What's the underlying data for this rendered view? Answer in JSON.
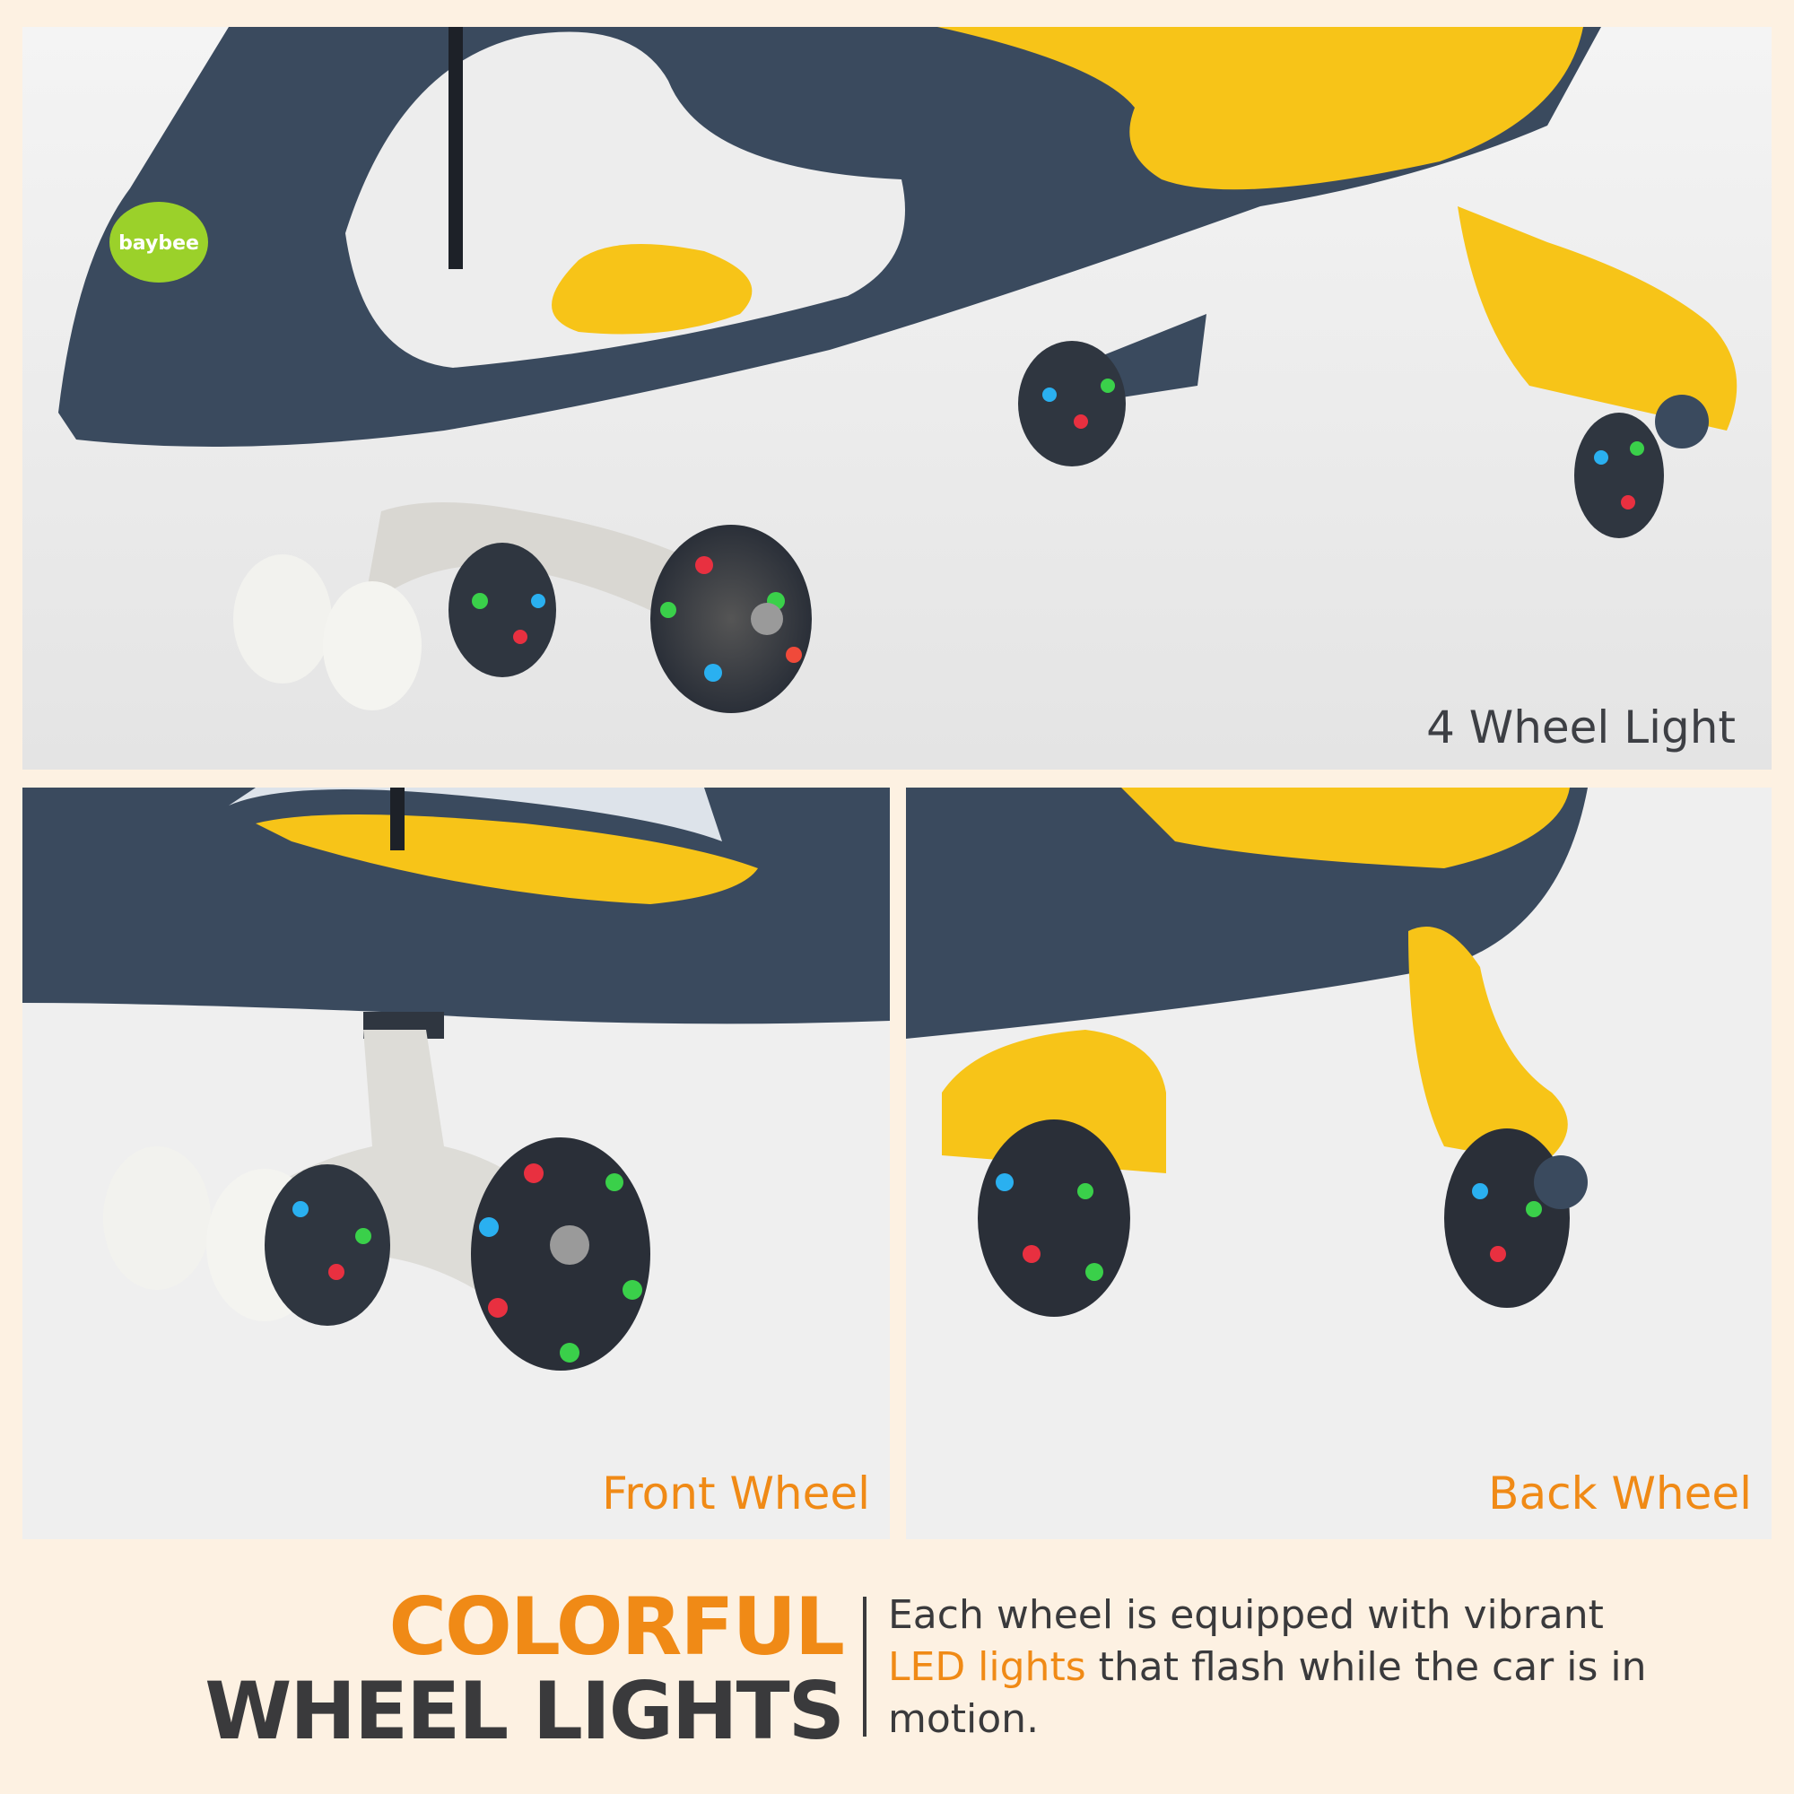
{
  "brand": {
    "logo_text": "baybee"
  },
  "panels": {
    "top": {
      "caption": "4 Wheel Light"
    },
    "front": {
      "caption": "Front Wheel"
    },
    "back": {
      "caption": "Back Wheel"
    }
  },
  "footer": {
    "headline_line1": "COLORFUL",
    "headline_line2": "WHEEL LIGHTS",
    "description_part1": "Each wheel is equipped with vibrant",
    "description_highlight": "LED lights",
    "description_part2": "that flash while the car is in motion."
  },
  "colors": {
    "background": "#fdf1e2",
    "body_navy": "#3a4a5e",
    "seat_yellow": "#f7c418",
    "accent_orange": "#f08a16",
    "text_dark": "#3a3a3c",
    "wheel_white": "#f2f2ee"
  }
}
